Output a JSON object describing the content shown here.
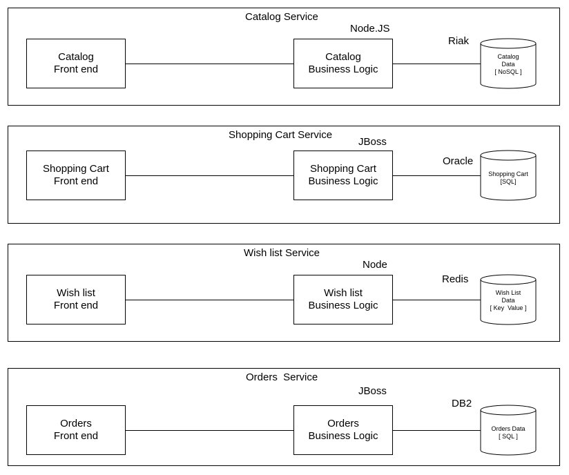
{
  "services": [
    {
      "title": "Catalog Service",
      "runtime": "Node.JS",
      "frontend": [
        "Catalog",
        "Front end"
      ],
      "business": [
        "Catalog",
        "Business Logic"
      ],
      "db_label": "Riak",
      "db_text": [
        "Catalog",
        "Data",
        "[ NoSQL ]"
      ]
    },
    {
      "title": "Shopping Cart Service",
      "runtime": "JBoss",
      "frontend": [
        "Shopping Cart",
        "Front end"
      ],
      "business": [
        "Shopping Cart",
        "Business Logic"
      ],
      "db_label": "Oracle",
      "db_text": [
        "Shopping Cart",
        "[SQL]"
      ]
    },
    {
      "title": "Wish list Service",
      "runtime": "Node",
      "frontend": [
        "Wish list",
        "Front end"
      ],
      "business": [
        "Wish list",
        "Business Logic"
      ],
      "db_label": "Redis",
      "db_text": [
        "Wish List",
        "Data",
        "[ Key  Value ]"
      ]
    },
    {
      "title": "Orders  Service",
      "runtime": "JBoss",
      "frontend": [
        "Orders",
        "Front end"
      ],
      "business": [
        "Orders",
        "Business Logic"
      ],
      "db_label": "DB2",
      "db_text": [
        "Orders Data",
        "[ SQL ]"
      ]
    }
  ]
}
